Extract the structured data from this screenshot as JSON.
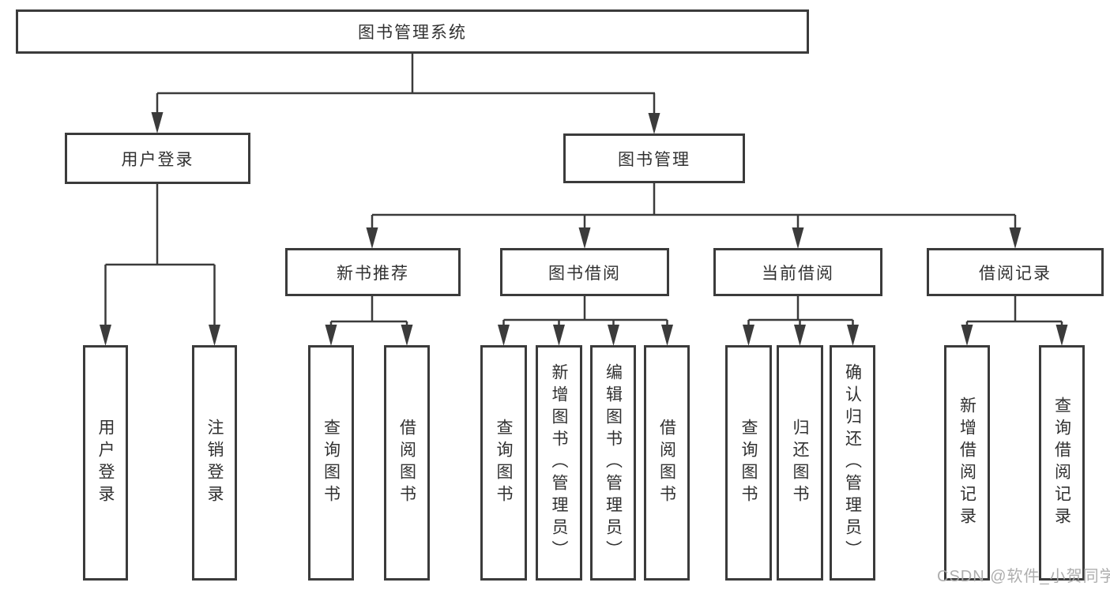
{
  "nodes": {
    "root": {
      "label": "图书管理系统"
    },
    "level2": [
      {
        "id": "user-login",
        "label": "用户登录"
      },
      {
        "id": "book-management",
        "label": "图书管理"
      }
    ],
    "level3": [
      {
        "id": "new-book-recommend",
        "label": "新书推荐"
      },
      {
        "id": "book-borrow",
        "label": "图书借阅"
      },
      {
        "id": "current-borrow",
        "label": "当前借阅"
      },
      {
        "id": "borrow-records",
        "label": "借阅记录"
      }
    ],
    "leaves": {
      "userLogin": [
        {
          "label": "用户登录"
        },
        {
          "label": "注销登录"
        }
      ],
      "newBookRecommend": [
        {
          "label": "查询图书"
        },
        {
          "label": "借阅图书"
        }
      ],
      "bookBorrow": [
        {
          "label": "查询图书"
        },
        {
          "label": "新增图书（管理员）"
        },
        {
          "label": "编辑图书（管理员）"
        },
        {
          "label": "借阅图书"
        }
      ],
      "currentBorrow": [
        {
          "label": "查询图书"
        },
        {
          "label": "归还图书"
        },
        {
          "label": "确认归还（管理员）"
        }
      ],
      "borrowRecords": [
        {
          "label": "新增借阅记录"
        },
        {
          "label": "查询借阅记录"
        }
      ]
    }
  },
  "watermark": {
    "text": "CSDN @软件_小贺同学"
  },
  "colors": {
    "line": "#3b3b3b",
    "text": "#313131",
    "watermark": "#aaaaaa",
    "background": "#ffffff"
  }
}
